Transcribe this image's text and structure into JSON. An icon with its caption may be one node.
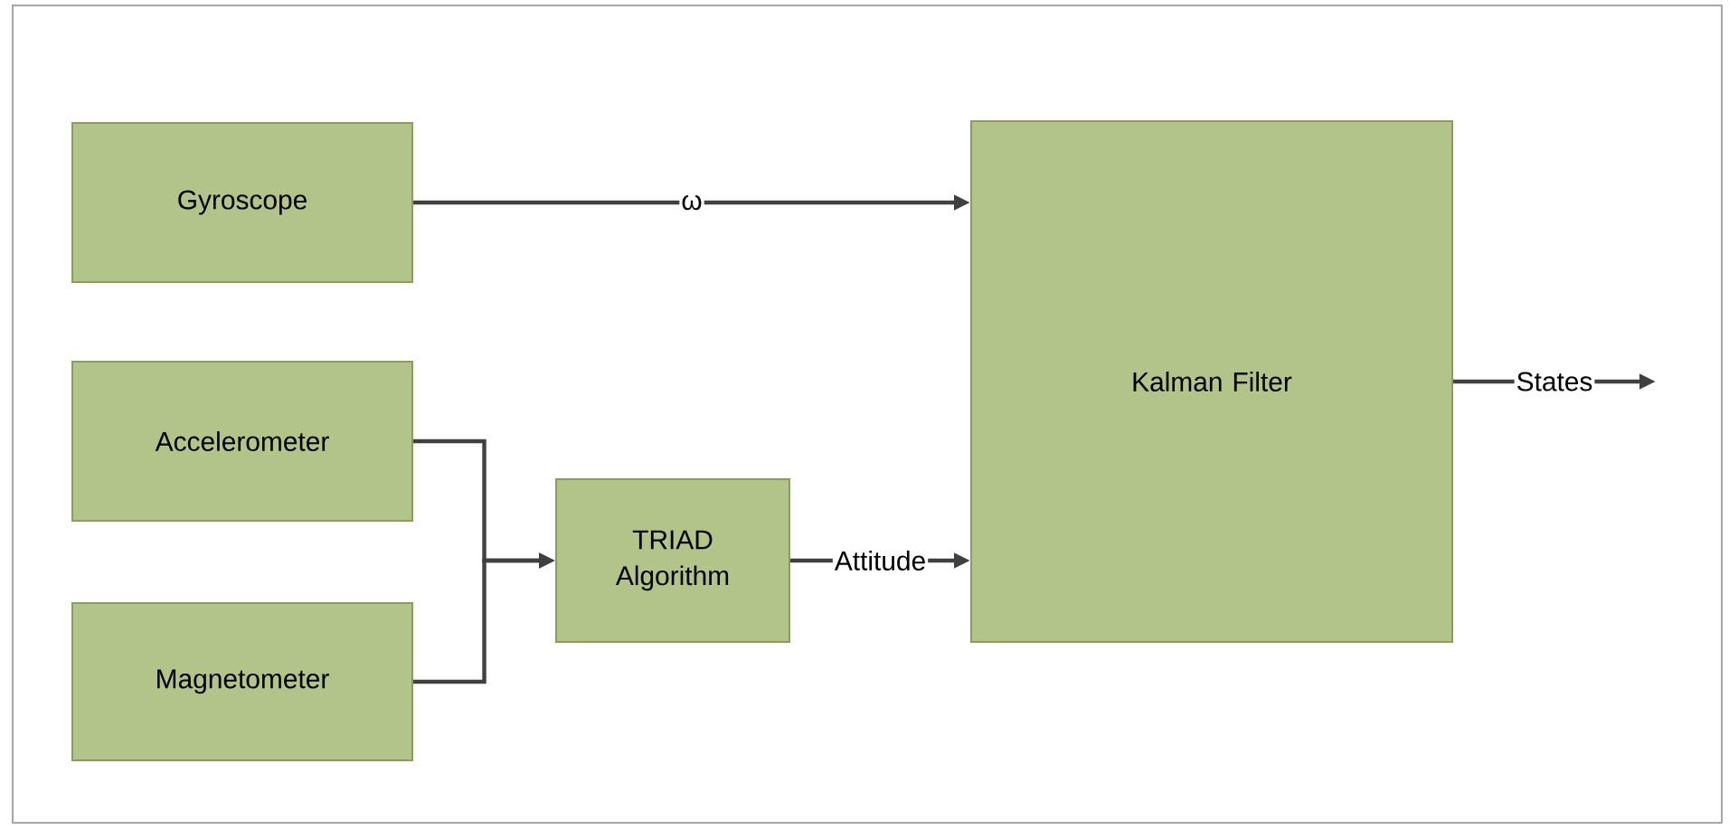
{
  "diagram": {
    "nodes": [
      {
        "text": [
          "Gyroscope"
        ]
      },
      {
        "text": [
          "Accelerometer"
        ]
      },
      {
        "text": [
          "Magnetometer"
        ]
      },
      {
        "text": [
          "TRIAD Algorithm"
        ]
      },
      {
        "text": [
          "Kalman Filter"
        ]
      }
    ],
    "edges": [
      {
        "from": 0,
        "to": 4,
        "arrow": "to",
        "label": "ω"
      },
      {
        "from": 1,
        "to": 3,
        "arrow": "to"
      },
      {
        "from": 2,
        "to": 3,
        "arrow": "to"
      },
      {
        "from": 3,
        "to": 4,
        "arrow": "to",
        "label": "Attitude"
      },
      {
        "from": 4,
        "to": null,
        "arrow": "to",
        "label": "States"
      }
    ]
  }
}
